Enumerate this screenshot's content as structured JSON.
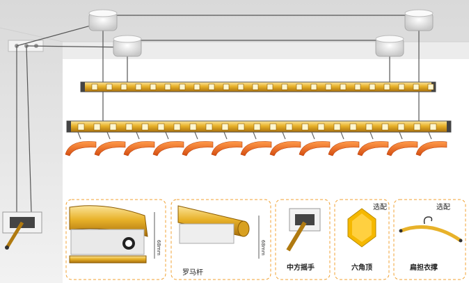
{
  "colors": {
    "gold": "#e8b22a",
    "gold_dark": "#b27a10",
    "orange": "#e8641e",
    "dashed_border": "#f0a030",
    "ceiling": "#e8e8e8",
    "rail_gray": "#555555"
  },
  "labels": {
    "roman_rod": "罗马杆",
    "crank": "中方摇手",
    "hex_top": "六角顶",
    "shoulder_hanger": "扁担衣撑",
    "optional_1": "选配",
    "optional_2": "选配",
    "dim_1": "68mm",
    "dim_2": "68mm"
  }
}
